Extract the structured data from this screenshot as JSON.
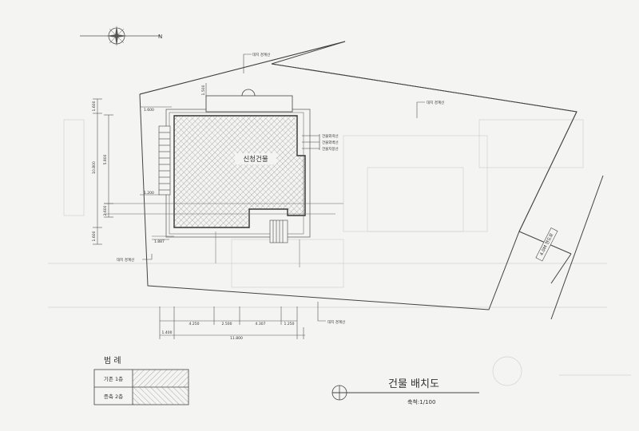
{
  "compass": {
    "north_label": "N"
  },
  "boundary_labels": {
    "top": "대지 경계선",
    "right": "대지 경계선",
    "left": "대지 경계선",
    "bottom": "대지 경계선"
  },
  "line_legend": [
    "건물외곽선",
    "건물외벽선",
    "건물지붕선"
  ],
  "building_label": "신청건물",
  "road_label": "4.0M 현도로",
  "dimensions": {
    "left_vertical": [
      "1.600",
      "10.800",
      "5.800",
      "2.600",
      "1.600"
    ],
    "left_horizontal": [
      "1.600",
      "1.200",
      "1.887"
    ],
    "top_small": [
      "1.500"
    ],
    "bottom_row1": [
      "4.250",
      "2.500",
      "4.307",
      "1.250"
    ],
    "bottom_row2": [
      "1.400",
      "11.800"
    ]
  },
  "legend": {
    "title": "범  례",
    "rows": [
      {
        "label": "기존 1층"
      },
      {
        "label": "증축 2층"
      }
    ]
  },
  "drawing_title": "건물 배치도",
  "scale_label": "축척:1/100",
  "colors": {
    "line": "#444444",
    "paper": "#f4f4f2",
    "hatch": "#666666",
    "faint": "#c8c8c8"
  }
}
